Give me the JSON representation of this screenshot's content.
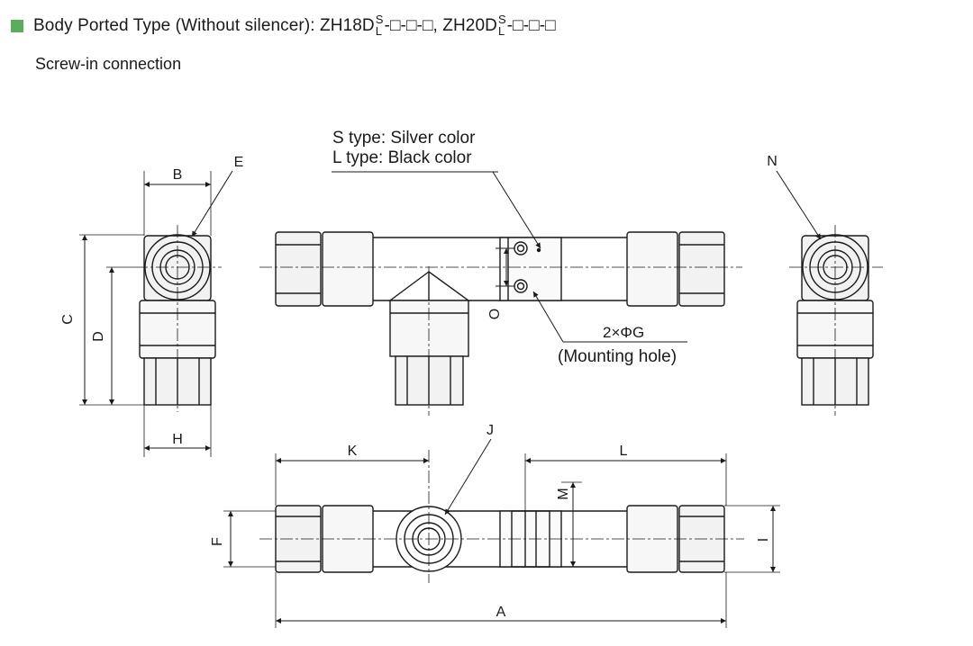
{
  "header": {
    "marker_color": "#5aad5a",
    "title_prefix": "Body Ported Type (Without silencer): ZH18D",
    "stack_top": "S",
    "stack_bottom": "L",
    "model_suffix_1": "-□-□-□, ZH20D",
    "model_suffix_2": "-□-□-□",
    "subtitle": "Screw-in connection"
  },
  "labels": {
    "B": "B",
    "E": "E",
    "C": "C",
    "D": "D",
    "H": "H",
    "N": "N",
    "O": "O",
    "J": "J",
    "K": "K",
    "L": "L",
    "M": "M",
    "F": "F",
    "I": "I",
    "A": "A"
  },
  "notes": {
    "s_type": "S type: Silver color",
    "l_type": "L type: Black color",
    "holes": "2×ΦG",
    "holes_desc": "(Mounting hole)"
  }
}
